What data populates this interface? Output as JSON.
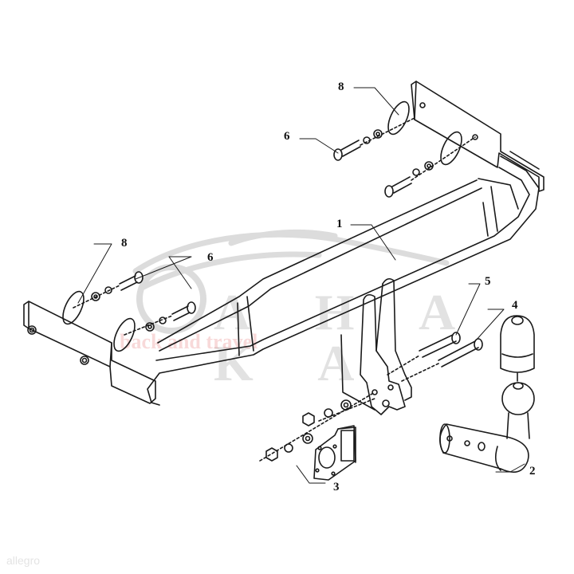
{
  "diagram": {
    "type": "exploded-parts-drawing",
    "subject": "tow bar assembly",
    "labels": [
      {
        "id": "1",
        "text": "1",
        "part": "main crossbar"
      },
      {
        "id": "2",
        "text": "2",
        "part": "tow ball neck"
      },
      {
        "id": "3",
        "text": "3",
        "part": "electrical socket plate"
      },
      {
        "id": "4",
        "text": "4",
        "part": "bolt"
      },
      {
        "id": "5",
        "text": "5",
        "part": "bolt"
      },
      {
        "id": "6a",
        "text": "6",
        "part": "bolt (right bracket)"
      },
      {
        "id": "6b",
        "text": "6",
        "part": "bolt (left bracket)"
      },
      {
        "id": "8a",
        "text": "8",
        "part": "large washer (right bracket)"
      },
      {
        "id": "8b",
        "text": "8",
        "part": "large washer (left bracket)"
      }
    ],
    "watermark": {
      "brand": "A H A K A",
      "tagline": "back and travel",
      "marketplace": "allegro"
    },
    "colors": {
      "line": "#1a1a1a",
      "background": "#ffffff",
      "watermark_gray": "#c8c8c8",
      "watermark_red": "#e89a9a"
    }
  }
}
